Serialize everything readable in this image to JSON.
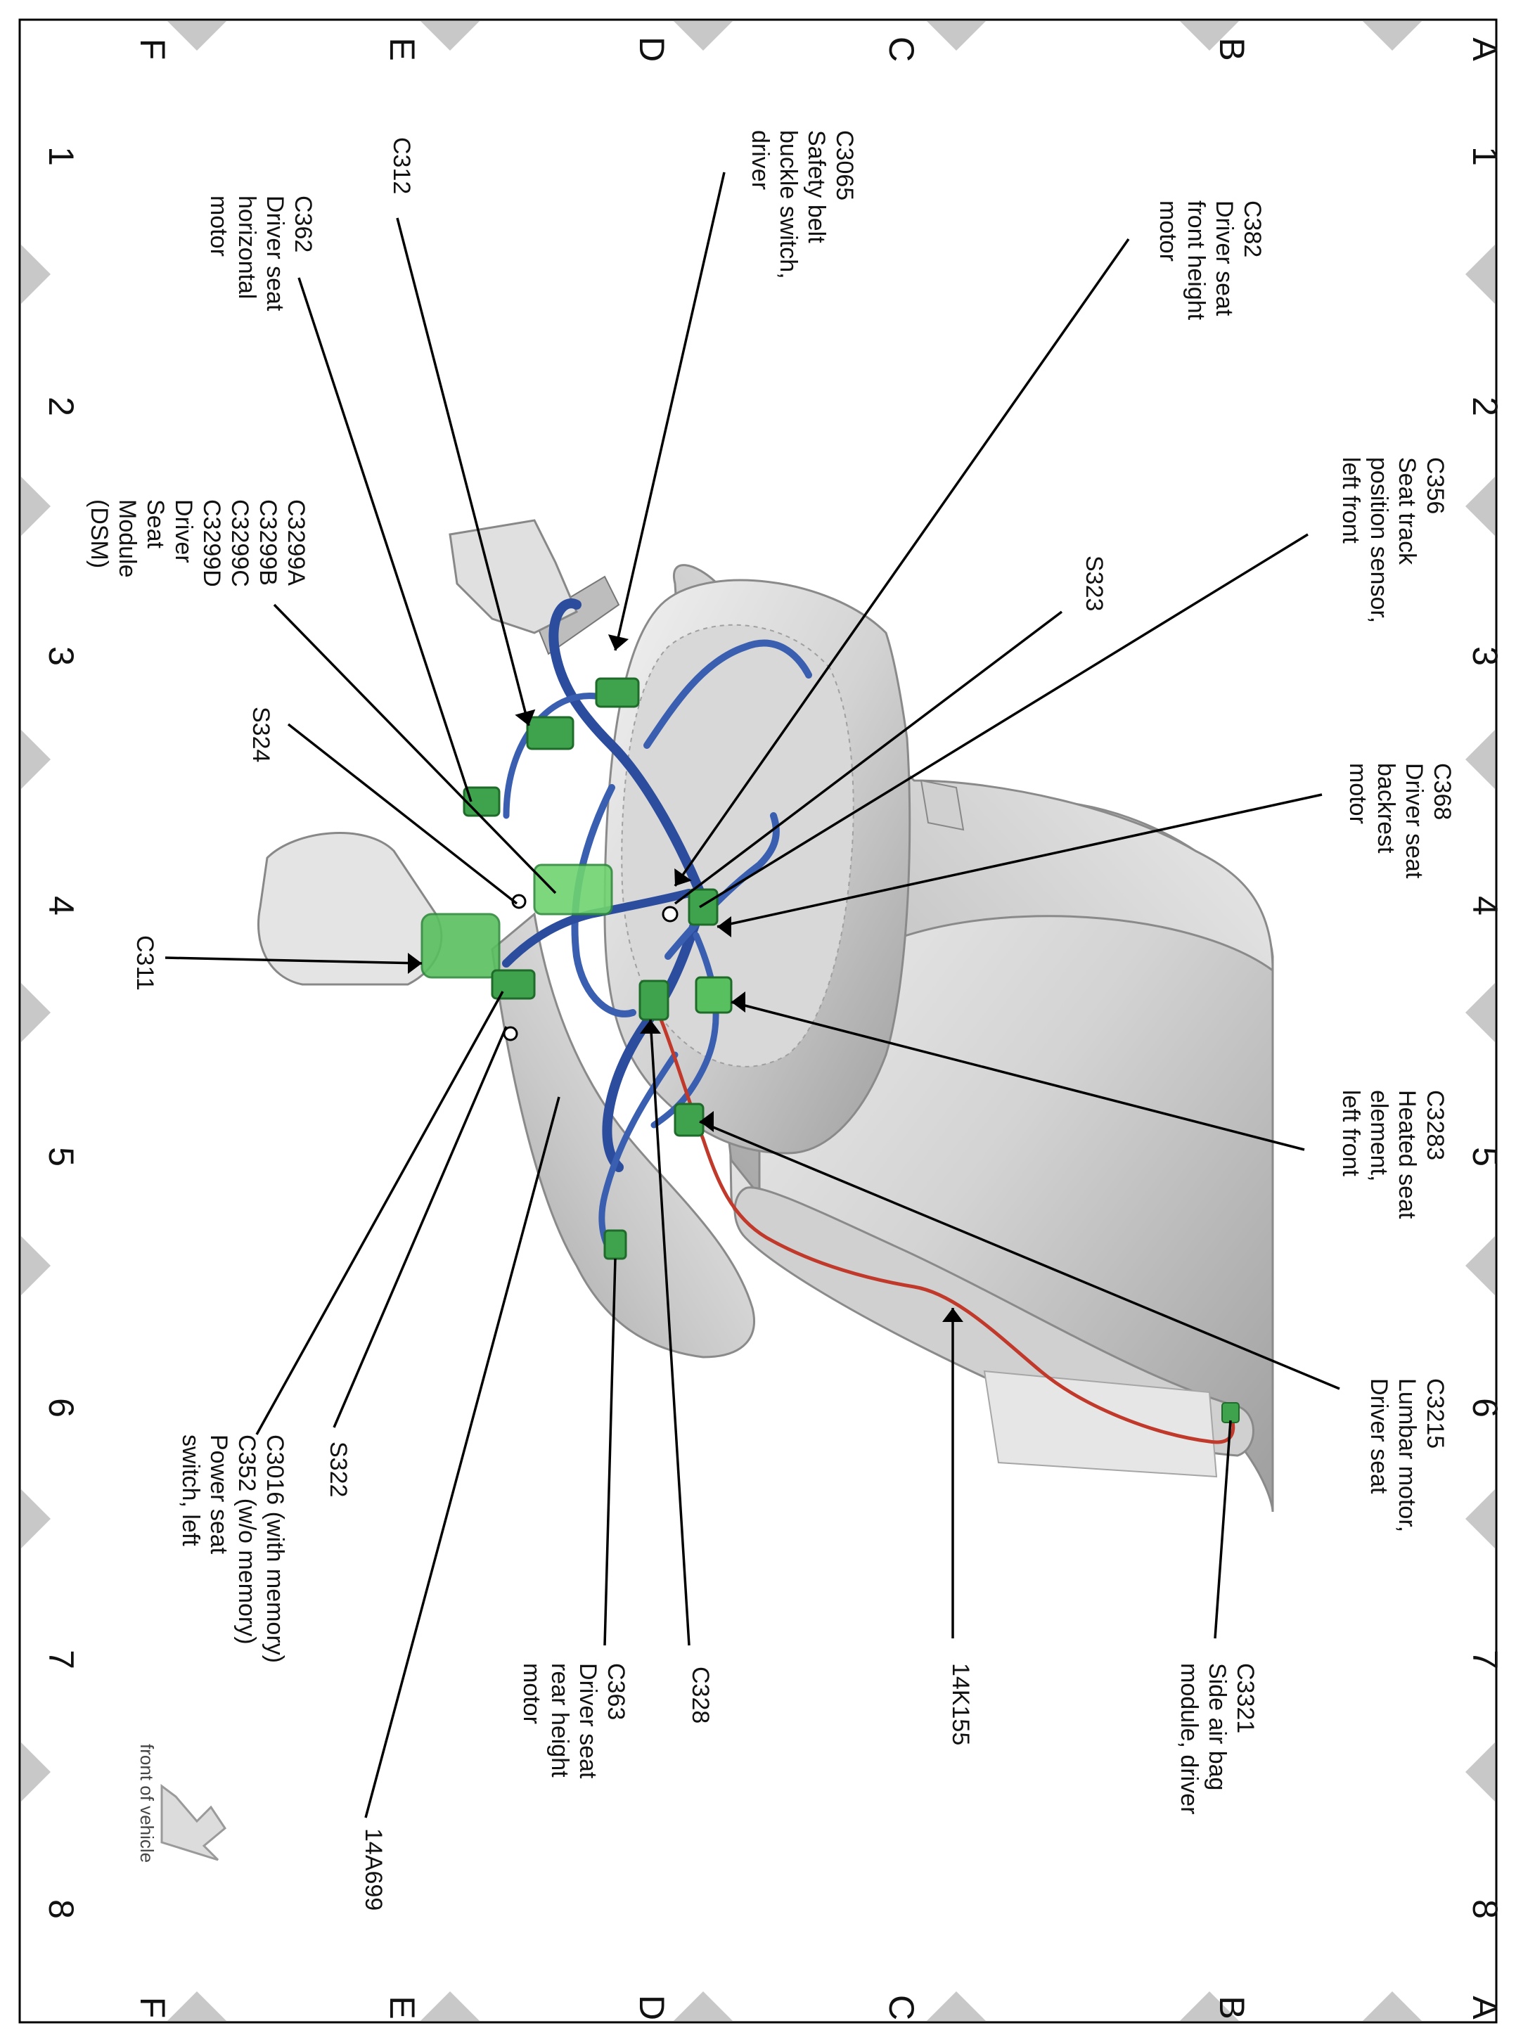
{
  "grid": {
    "rows": [
      "A",
      "B",
      "C",
      "D",
      "E",
      "F"
    ],
    "cols": [
      "1",
      "2",
      "3",
      "4",
      "5",
      "6",
      "7",
      "8"
    ]
  },
  "labels": {
    "c3065": [
      "C3065",
      "Safety belt",
      "buckle switch,",
      "driver"
    ],
    "c382": [
      "C382",
      "Driver seat",
      "front height",
      "motor"
    ],
    "c312": [
      "C312"
    ],
    "c362": [
      "C362",
      "Driver seat",
      "horizontal",
      "motor"
    ],
    "c356": [
      "C356",
      "Seat track",
      "position sensor,",
      "left front"
    ],
    "s323": [
      "S323"
    ],
    "dsm": [
      "C3299A",
      "C3299B",
      "C3299C",
      "C3299D",
      "Driver",
      "Seat",
      "Module",
      "(DSM)"
    ],
    "c368": [
      "C368",
      "Driver seat",
      "backrest",
      "motor"
    ],
    "s324": [
      "S324"
    ],
    "c311": [
      "C311"
    ],
    "c3283": [
      "C3283",
      "Heated seat",
      "element,",
      "left front"
    ],
    "c3215": [
      "C3215",
      "Lumbar motor,",
      "Driver seat"
    ],
    "s322": [
      "S322"
    ],
    "c3016": [
      "C3016  (with memory)",
      "C352 (w/o memory)",
      "Power seat",
      "switch, left"
    ],
    "c363": [
      "C363",
      "Driver seat",
      "rear height",
      "motor"
    ],
    "c328": [
      "C328"
    ],
    "k14k155": [
      "14K155"
    ],
    "c3321": [
      "C3321",
      "Side air bag",
      "module, driver"
    ],
    "a14a699": [
      "14A699"
    ]
  },
  "front_of_vehicle": "front of vehicle",
  "colors": {
    "harness_blue": "#3a5fb0",
    "harness_red": "#c0392b",
    "connector_green": "#3fa34d",
    "seat_grey": "#cfcfcf",
    "marker_grey": "#c8c8c8"
  }
}
